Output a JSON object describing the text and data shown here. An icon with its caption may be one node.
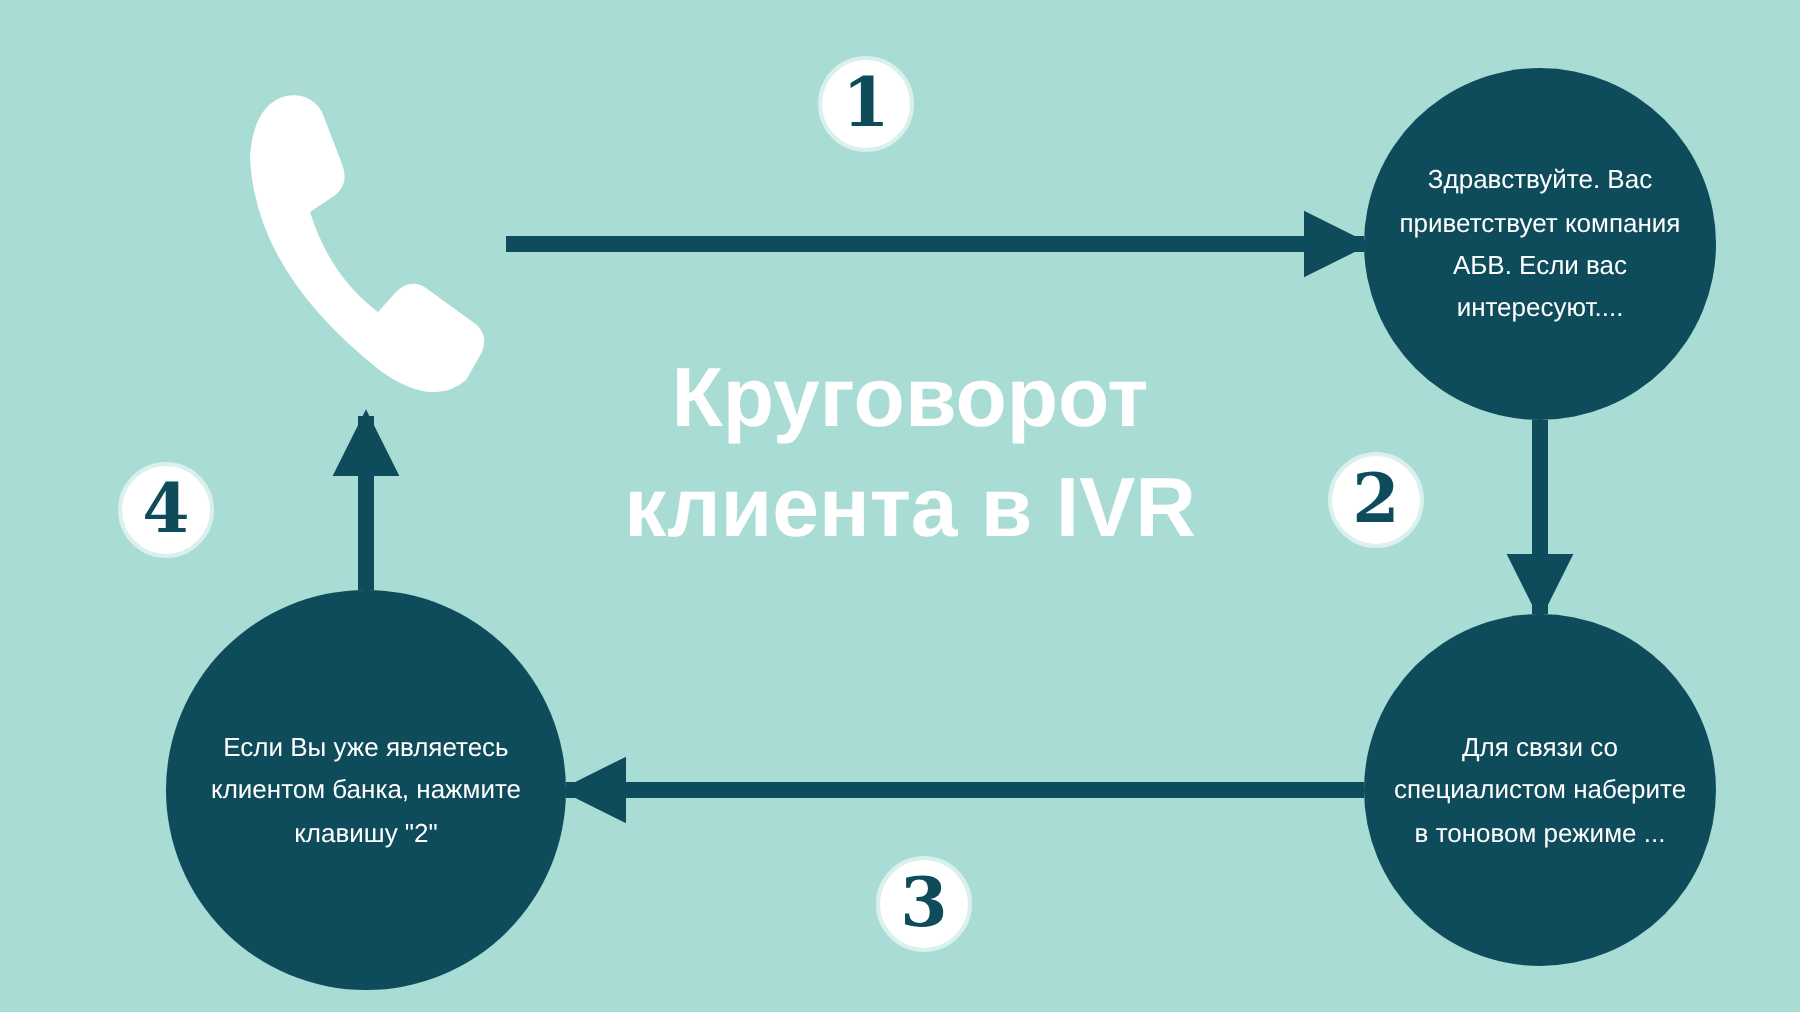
{
  "diagram": {
    "title": "Круговорот клиента в IVR",
    "nodes": [
      {
        "text": [],
        "shape": "phone"
      },
      {
        "text": [
          "Здравствуйте. Вас приветствует компания АБВ. Если вас интересуют...."
        ]
      },
      {
        "text": [
          "Для связи со специалистом наберите в тоновом режиме ..."
        ]
      },
      {
        "text": [
          "Если Вы уже являетесь клиентом банка, нажмите клавишу \"2\""
        ]
      }
    ],
    "edges": [
      {
        "from": 0,
        "to": 1,
        "arrow": "to",
        "label": "1"
      },
      {
        "from": 1,
        "to": 2,
        "arrow": "to",
        "label": "2"
      },
      {
        "from": 2,
        "to": 3,
        "arrow": "to",
        "label": "3"
      },
      {
        "from": 3,
        "to": 0,
        "arrow": "to",
        "label": "4"
      }
    ]
  }
}
